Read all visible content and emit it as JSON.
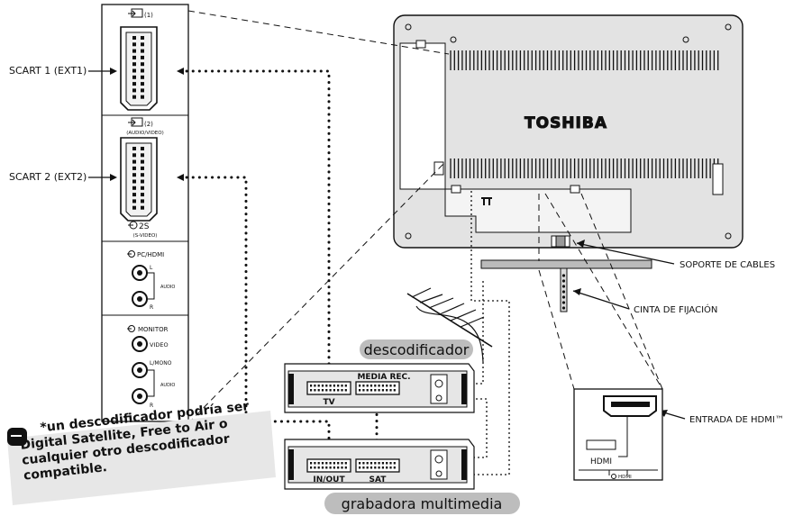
{
  "scart_panel": {
    "ext1_label": "SCART 1 (EXT1)",
    "ext2_label": "SCART 2 (EXT2)",
    "ext1_marker": "(1)",
    "ext2_marker": "(2)",
    "ext2_sub": "(AUDIO/VIDEO)",
    "s2_label": "2S",
    "s2_sub": "(S-VIDEO)",
    "pc_hdmi_label": "PC/HDMI",
    "pc_l": "L",
    "pc_audio": "AUDIO",
    "pc_r": "R",
    "monitor_label": "MONITOR",
    "mon_video": "VIDEO",
    "mon_lmono": "L/MONO",
    "mon_audio": "AUDIO",
    "mon_r": "R"
  },
  "tv": {
    "brand": "TOSHIBA",
    "cable_support_label": "SOPORTE DE CABLES",
    "fixing_tape_label": "CINTA DE FIJACIÓN",
    "hdmi_input_label": "ENTRADA DE HDMI™"
  },
  "hdmi_box": {
    "port_label": "HDMI",
    "bottom_label": "HDMI"
  },
  "decoder": {
    "title": "descodificador",
    "port_tv": "TV",
    "port_media": "MEDIA REC."
  },
  "recorder": {
    "title": "grabadora multimedia",
    "port_inout": "IN/OUT",
    "port_sat": "SAT"
  },
  "note": {
    "text": "*un descodificador podría ser Digital Satellite, Free to Air o cualquier otro descodificador compatible."
  }
}
